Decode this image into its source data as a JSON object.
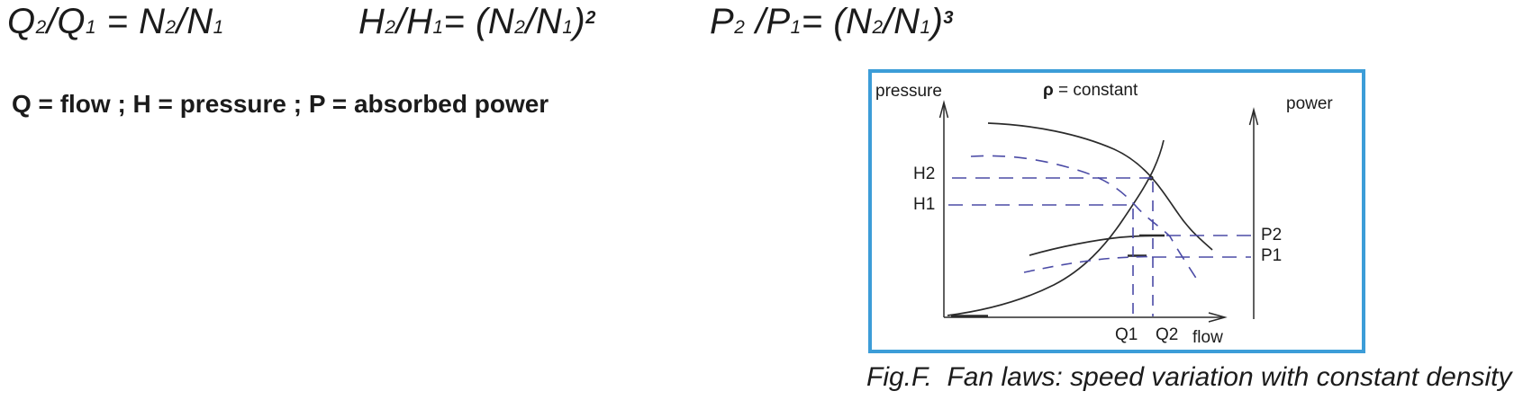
{
  "equations": [
    {
      "name": "flow-ratio-law",
      "tokens": [
        {
          "t": "Q"
        },
        {
          "t": "2",
          "sub": true
        },
        {
          "t": "/Q"
        },
        {
          "t": "1",
          "sub": true
        },
        {
          "t": " = N"
        },
        {
          "t": "2",
          "sub": true
        },
        {
          "t": "/N"
        },
        {
          "t": "1",
          "sub": true
        }
      ]
    },
    {
      "name": "pressure-ratio-law",
      "tokens": [
        {
          "t": "H"
        },
        {
          "t": "2",
          "sub": true
        },
        {
          "t": "/H"
        },
        {
          "t": "1",
          "sub": true
        },
        {
          "t": "= (N"
        },
        {
          "t": "2",
          "sub": true
        },
        {
          "t": "/N"
        },
        {
          "t": "1",
          "sub": true
        },
        {
          "t": ")"
        },
        {
          "t": "2",
          "sup": true
        }
      ]
    },
    {
      "name": "power-ratio-law",
      "tokens": [
        {
          "t": "P"
        },
        {
          "t": "2",
          "sub": true
        },
        {
          "t": " /P"
        },
        {
          "t": "1",
          "sub": true
        },
        {
          "t": "= (N"
        },
        {
          "t": "2",
          "sub": true
        },
        {
          "t": "/N"
        },
        {
          "t": "1",
          "sub": true
        },
        {
          "t": ")"
        },
        {
          "t": "3",
          "sup": true
        }
      ]
    }
  ],
  "definitions_line": "Q = flow ; H = pressure ; P = absorbed power",
  "figure": {
    "caption": "Fig.F.  Fan laws: speed variation with constant density",
    "labels": {
      "pressure_axis": "pressure",
      "power_axis": "power",
      "flow_axis": "flow",
      "rho_symbol": "ρ",
      "rho_rest": " = constant",
      "h2": "H2",
      "h1": "H1",
      "p2": "P2",
      "p1": "P1",
      "q1": "Q1",
      "q2": "Q2"
    },
    "curves": [
      {
        "name": "fan pressure curve, higher speed N2",
        "style": "solid black"
      },
      {
        "name": "fan pressure curve, lower speed N1",
        "style": "dashed blue"
      },
      {
        "name": "system resistance curve",
        "style": "solid black"
      },
      {
        "name": "absorbed power curve, higher speed N2",
        "style": "solid black"
      },
      {
        "name": "absorbed power curve, lower speed N1",
        "style": "dashed blue"
      }
    ],
    "colors": {
      "border": "#3c9dd8",
      "dash": "#4b4ba6",
      "curve": "#2b2b2b"
    }
  }
}
